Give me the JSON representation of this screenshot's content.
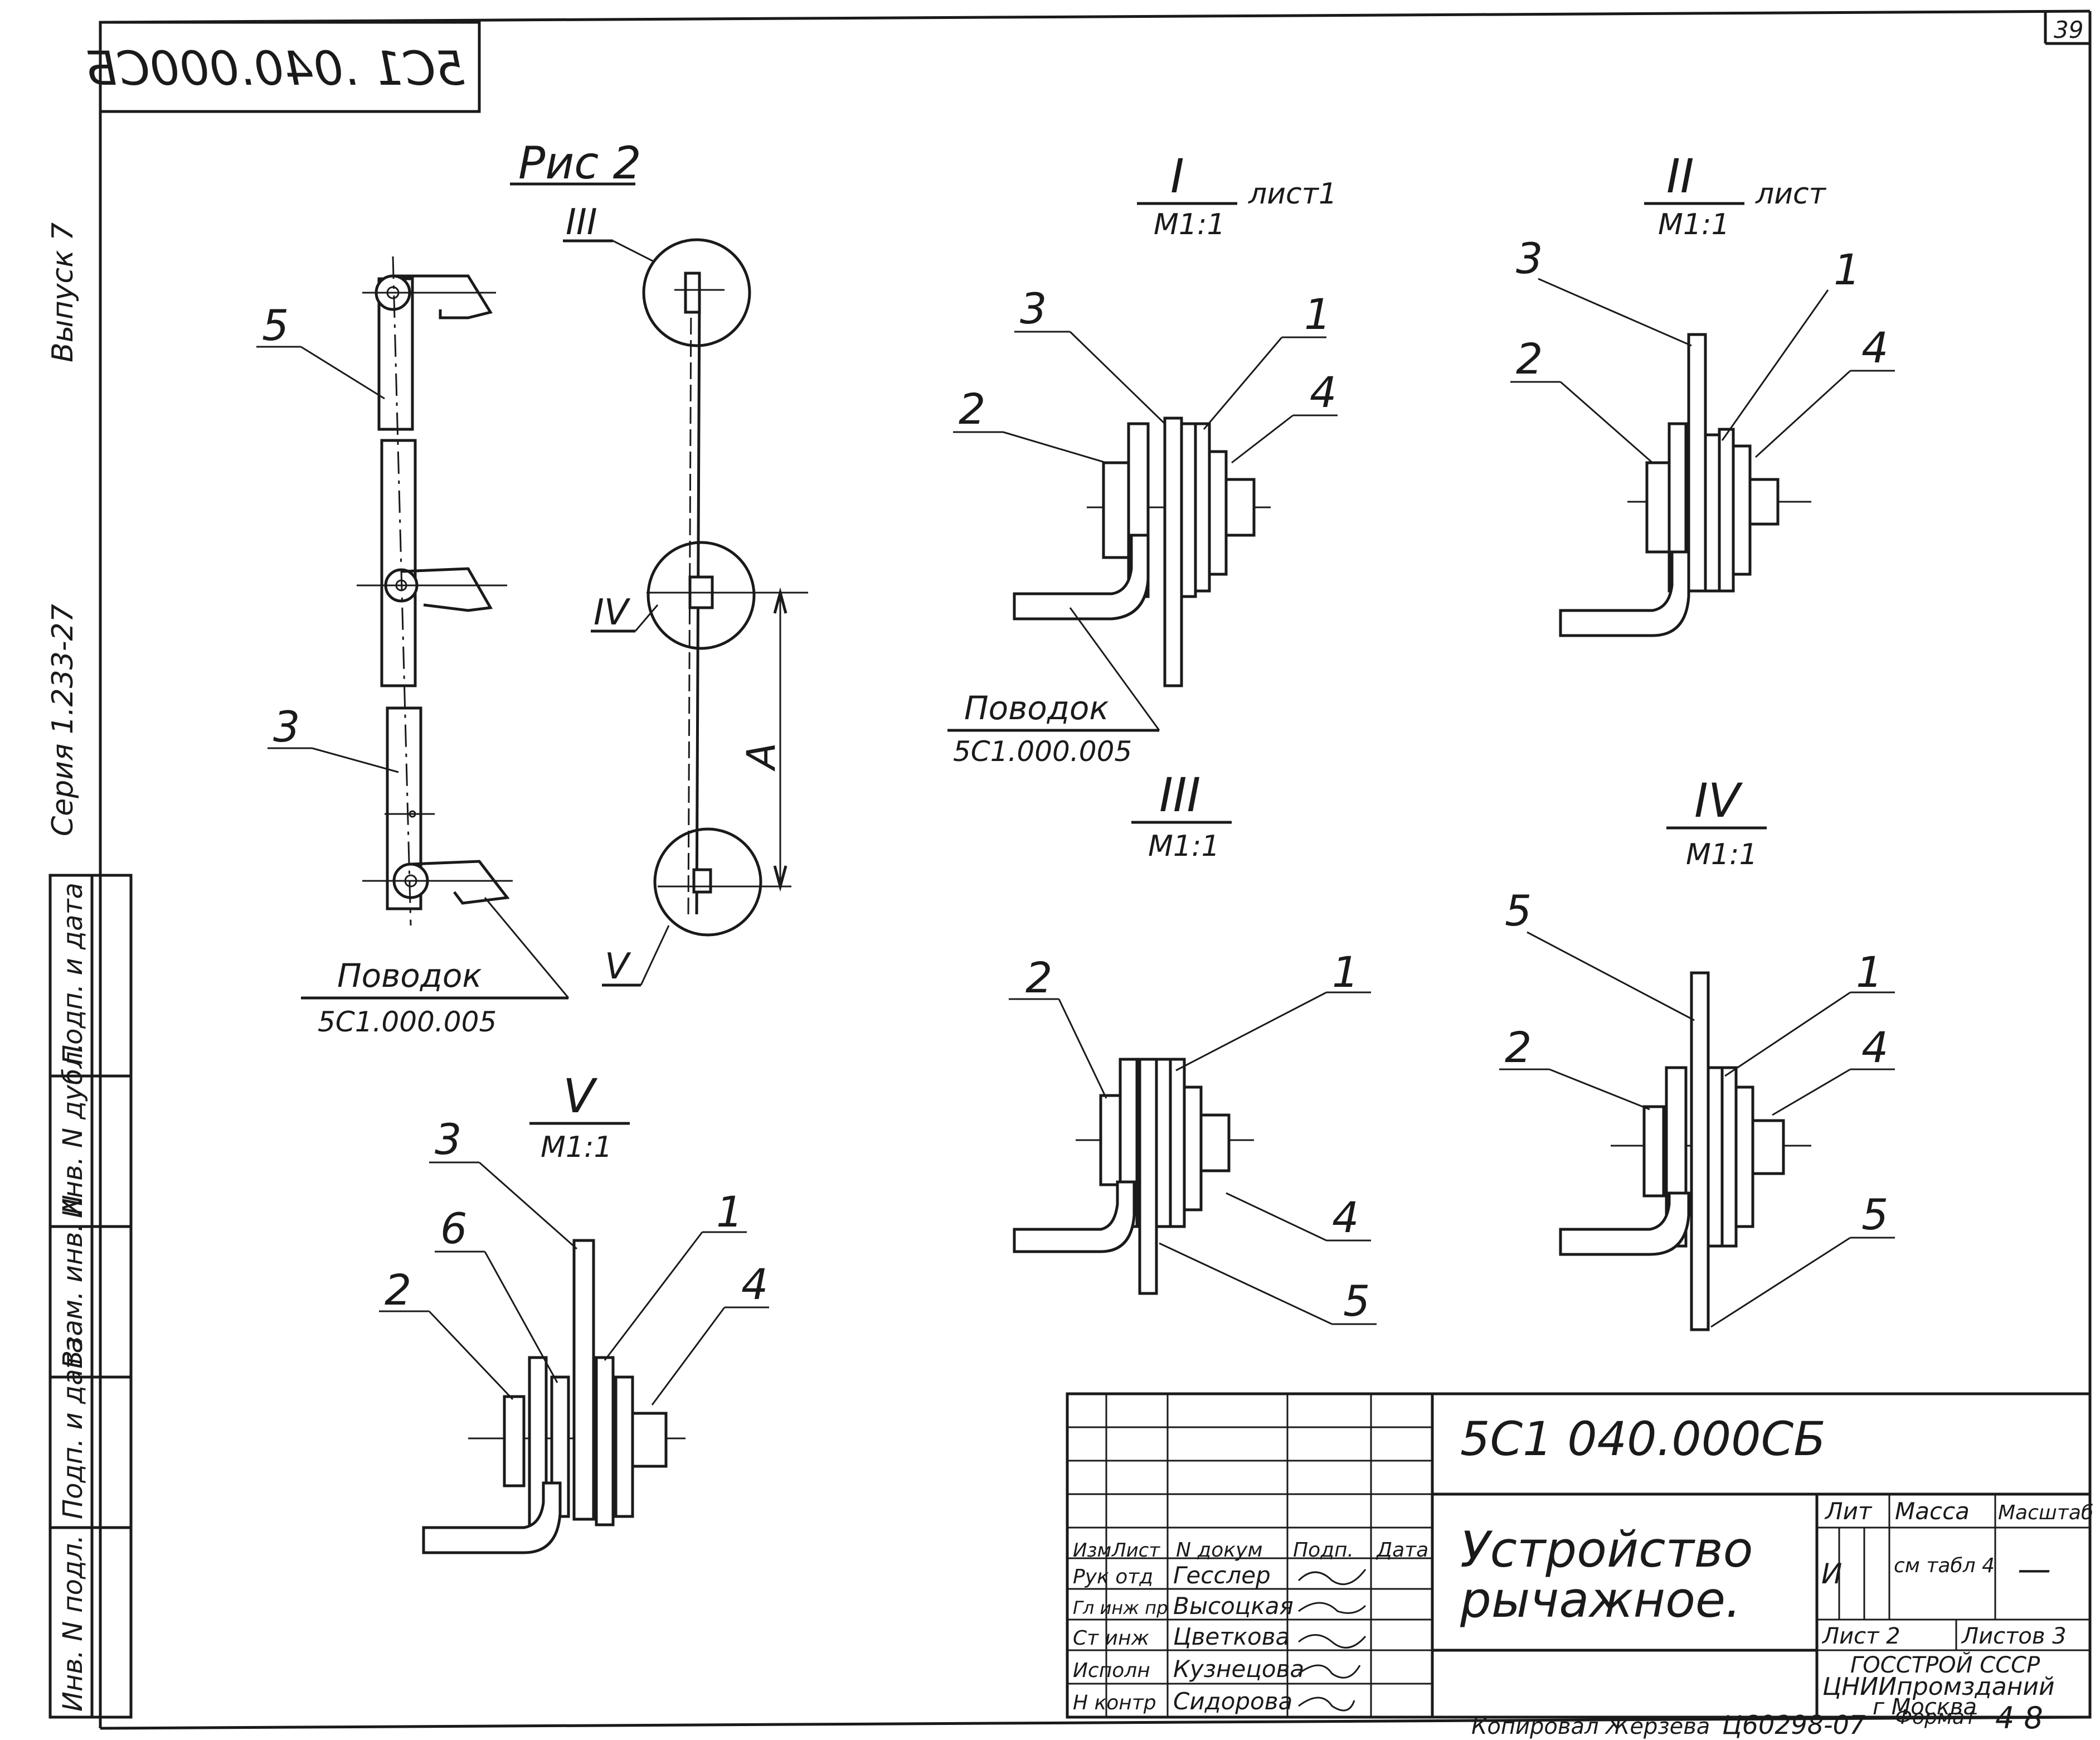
{
  "sheet": {
    "corner_number": "39",
    "top_code_mirrored": "5С1 .040.000СБ",
    "figure_title": "Рис 2",
    "side_series": "Серия 1.233-27",
    "side_issue": "Выпуск 7"
  },
  "left_strip": {
    "labels": [
      "Инв. N подл.",
      "Подп. и дата",
      "Взам. инв. N",
      "Инв. N дубл.",
      "Подп. и дата"
    ]
  },
  "views": {
    "I": {
      "numeral": "I",
      "scale": "М1:1",
      "note": "лист1"
    },
    "II": {
      "numeral": "II",
      "scale": "М1:1",
      "note": "лист"
    },
    "III": {
      "numeral": "III",
      "scale": "М1:1"
    },
    "IV": {
      "numeral": "IV",
      "scale": "М1:1"
    },
    "V": {
      "numeral": "V",
      "scale": "М1:1"
    }
  },
  "callouts": {
    "overview_left": [
      "5",
      "3"
    ],
    "overview_right": [
      "III",
      "IV",
      "V"
    ],
    "dimension": "А",
    "view_I": [
      "3",
      "1",
      "2",
      "4"
    ],
    "view_II": [
      "3",
      "1",
      "2",
      "4"
    ],
    "view_III": [
      "2",
      "1",
      "4",
      "5"
    ],
    "view_IV": [
      "5",
      "1",
      "2",
      "4",
      "5"
    ],
    "view_V": [
      "3",
      "6",
      "1",
      "2",
      "4"
    ]
  },
  "leader_notes": {
    "povodok_1": {
      "name": "Поводок",
      "code": "5С1.000.005"
    },
    "povodok_2": {
      "name": "Поводок",
      "code": "5С1.000.005"
    }
  },
  "title_block": {
    "designation": "5С1 040.000СБ",
    "title_line1": "Устройство",
    "title_line2": "рычажное.",
    "headers": [
      "Изм",
      "Лист",
      "N докум",
      "Подп.",
      "Дата"
    ],
    "roles": [
      {
        "role": "Рук отд",
        "name": "Гесслер"
      },
      {
        "role": "Гл инж пр",
        "name": "Высоцкая"
      },
      {
        "role": "Ст инж",
        "name": "Цветкова"
      },
      {
        "role": "Исполн",
        "name": "Кузнецова"
      },
      {
        "role": "Н контр",
        "name": "Сидорова"
      }
    ],
    "lit_label": "Лит",
    "mass_label": "Масса",
    "scale_label": "Масштаб",
    "lit_value": "И",
    "mass_value": "см табл 4",
    "scale_value": "—",
    "sheet_label": "Лист 2",
    "sheets_label": "Листов 3",
    "org_line1": "ГОССТРОЙ СССР",
    "org_line2": "ЦНИИпромзданий",
    "org_line3": "г Москва"
  },
  "footer": {
    "copied": "Копировал  Жерзева",
    "order": "Ц60298-07",
    "format_label": "Формат",
    "format_value": "4 8"
  }
}
